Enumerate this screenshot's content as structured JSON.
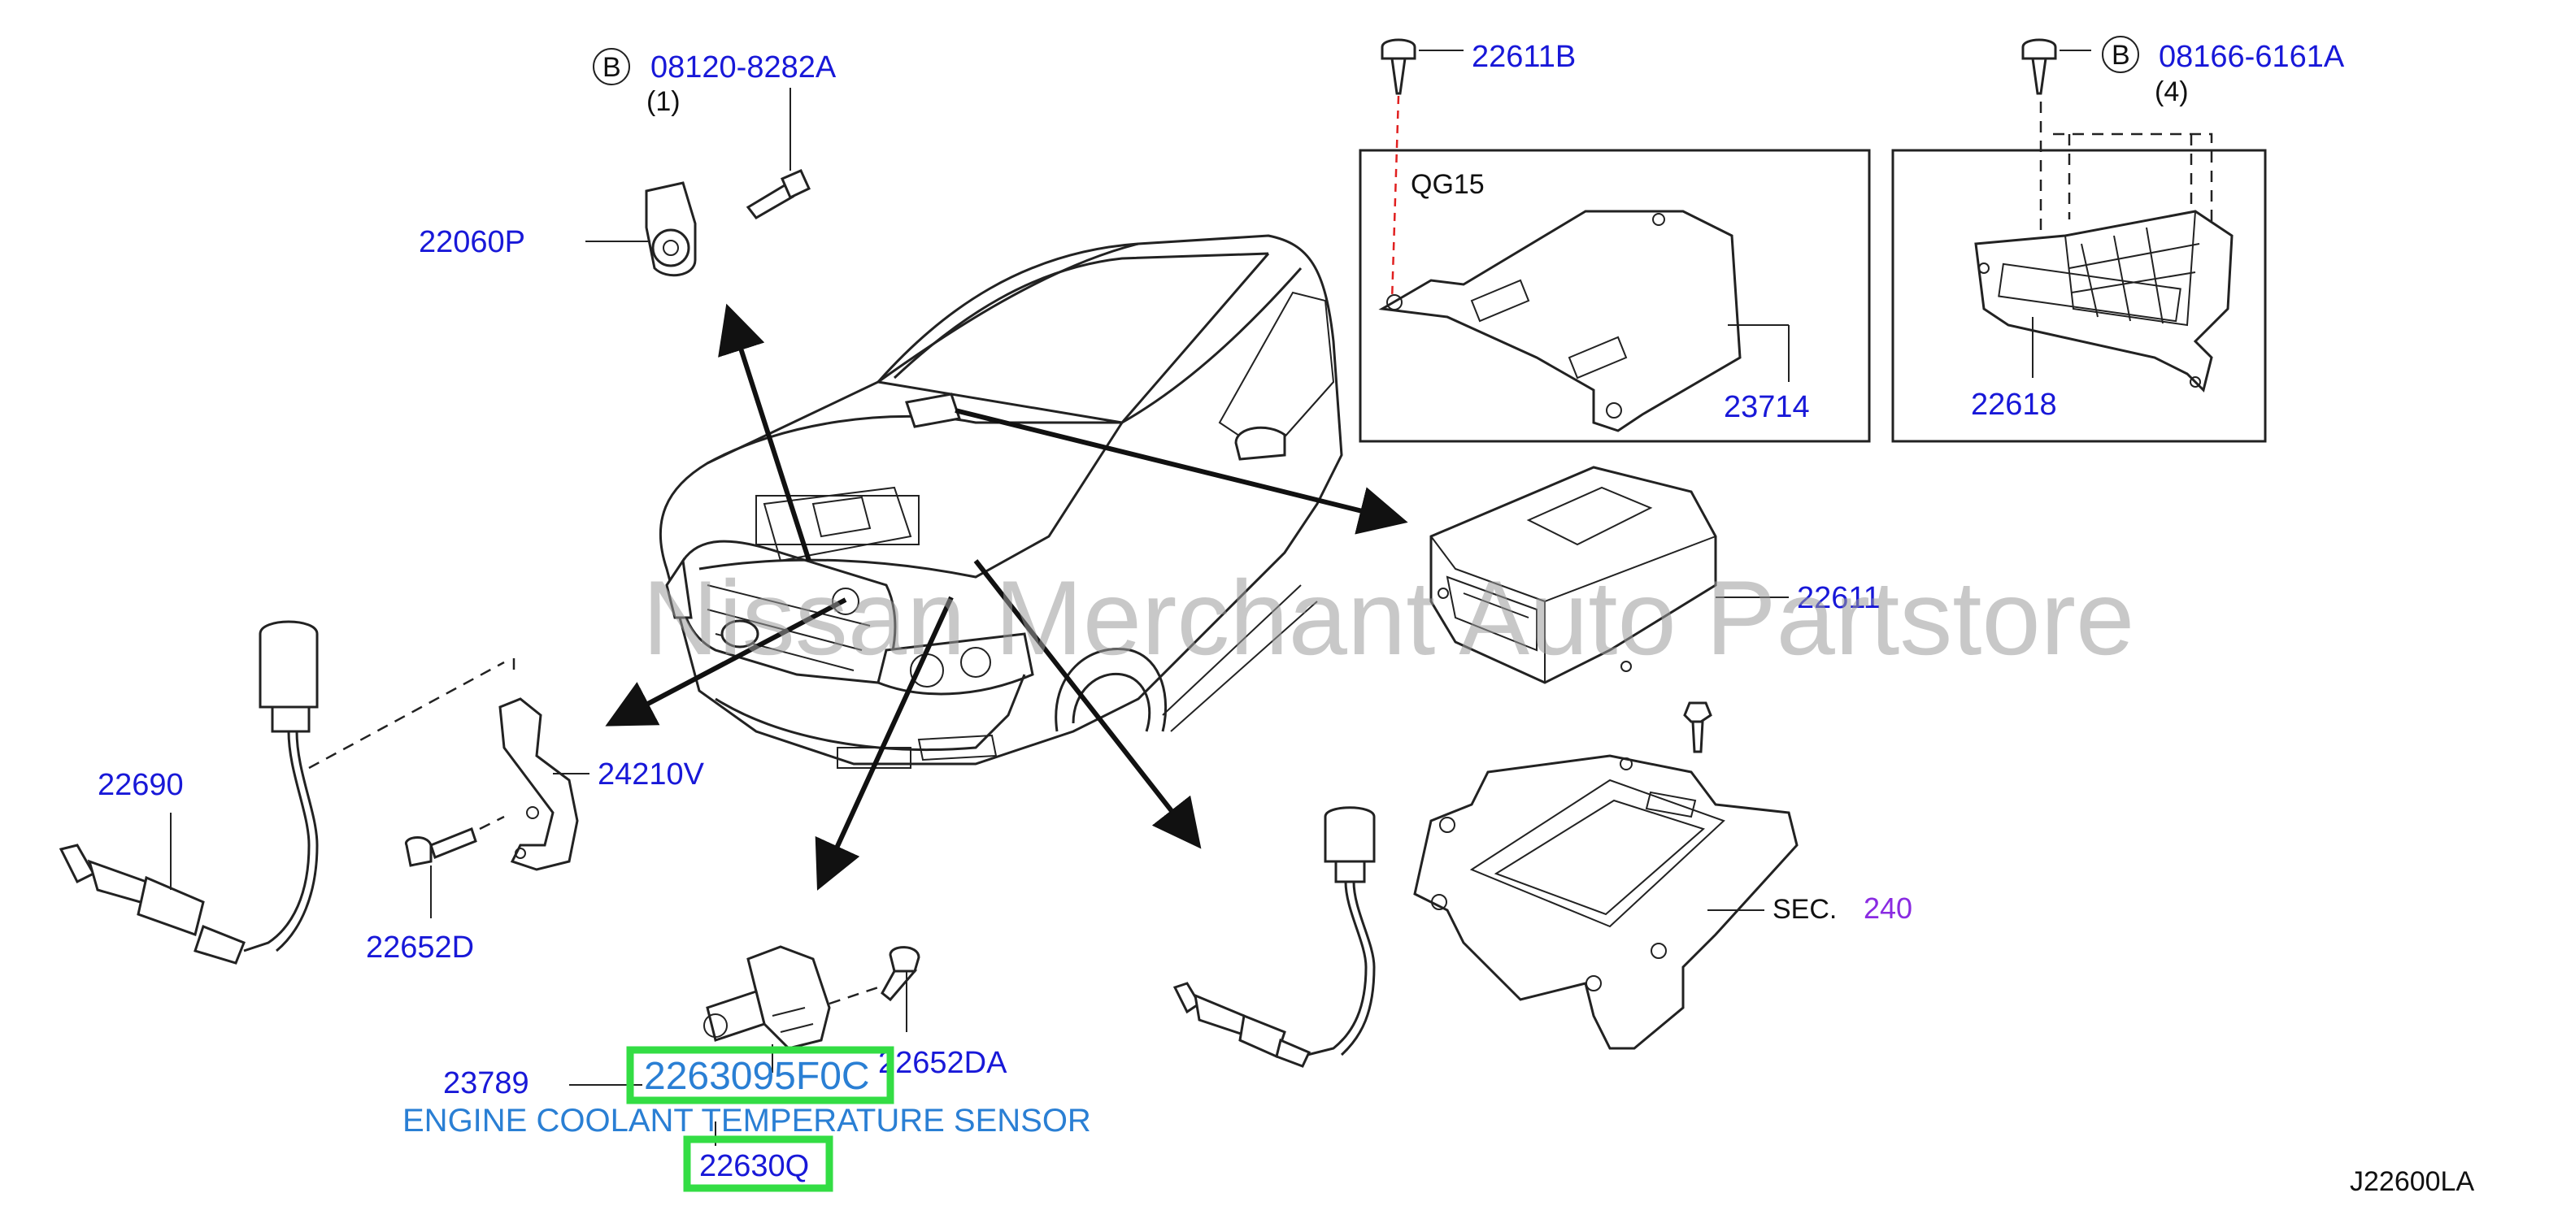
{
  "labels": {
    "bolt_b1_code": "08120-8282A",
    "bolt_b1_qty": "(1)",
    "knock_sensor": "22060P",
    "screw_22611b": "22611B",
    "qg15": "QG15",
    "bracket_23714": "23714",
    "bolt_b4_code": "08166-6161A",
    "bolt_b4_qty": "(4)",
    "bracket_22618": "22618",
    "ecm_22611": "22611",
    "o2_22690": "22690",
    "bracket_24210v": "24210V",
    "bolt_22652d": "22652D",
    "bolt_22652da": "22652DA",
    "sensor_23789": "23789",
    "part_highlight": "2263095F0C",
    "part_description": "ENGINE COOLANT TEMPERATURE SENSOR",
    "sensor_22630q": "22630Q",
    "sec_text": "SEC.",
    "sec_number": "240",
    "diagram_id": "J22600LA",
    "circle_b": "B",
    "watermark": "Nissan Merchant Auto Partstore"
  },
  "colors": {
    "label_blue": "#1818d8",
    "highlight_green": "#33dd44",
    "highlight_text": "#2a7fd4",
    "sec_purple": "#8a2be2",
    "watermark_gray": "#9a9a9a"
  }
}
